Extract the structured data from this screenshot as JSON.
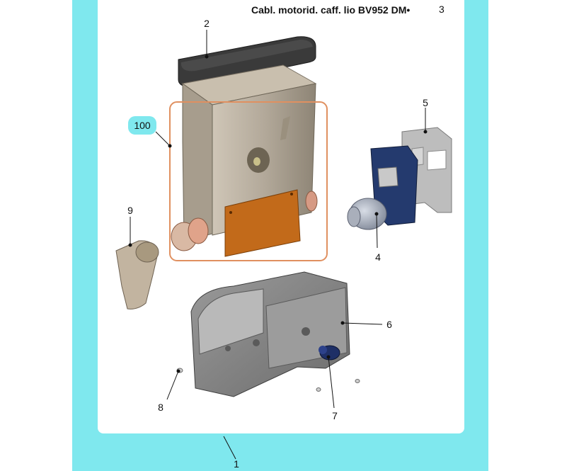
{
  "header": {
    "title": "Cabl. motorid. caff. lio BV952 DM•",
    "page_number": "3"
  },
  "callouts": {
    "c1": "1",
    "c2": "2",
    "c4": "4",
    "c5": "5",
    "c6": "6",
    "c7": "7",
    "c8": "8",
    "c9": "9",
    "c100": "100"
  },
  "colors": {
    "frame": "#7fe8ee",
    "highlight_box": "#e09060",
    "hopper": "#b3a99a",
    "lid": "#3a3a3a",
    "plate": "#c26a1a",
    "chassis": "#8a8a8a",
    "motor_bracket": "#243a6e"
  }
}
